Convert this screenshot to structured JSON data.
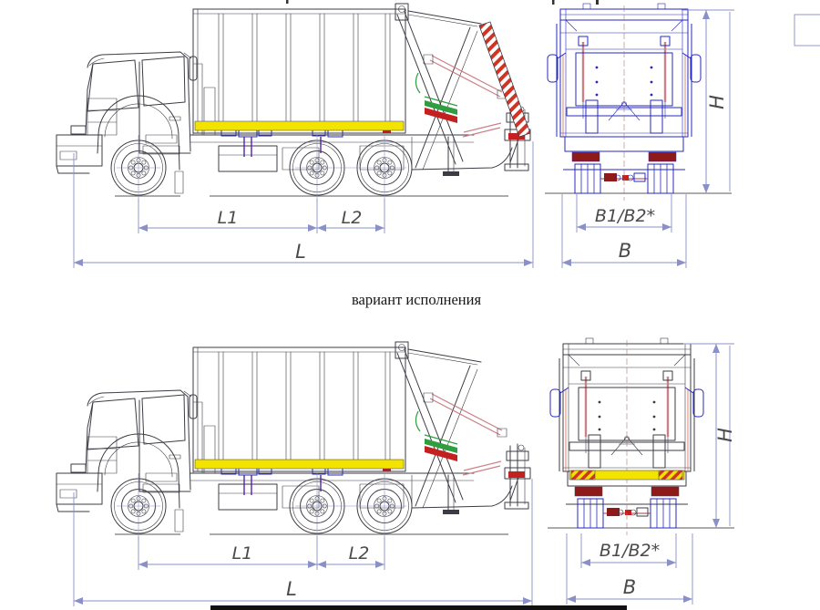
{
  "caption": {
    "variant_label": "вариант исполнения"
  },
  "dimensions": {
    "wheelbase": "L1",
    "rear_axle_spacing": "L2",
    "overall_length": "L",
    "track": "B1/B2*",
    "overall_width": "B",
    "overall_height": "H"
  },
  "colors": {
    "dim": "#8a90c8",
    "label": "#4a4a4a",
    "draw": "#3c3c44",
    "blue": "#2428c0",
    "pink": "#cc8088",
    "yellow": "#f2e300",
    "green": "#2f9e40",
    "red": "#c42020",
    "darkred": "#8f1a1a",
    "hazred": "#d03424",
    "ground": "#5a5a5a"
  }
}
